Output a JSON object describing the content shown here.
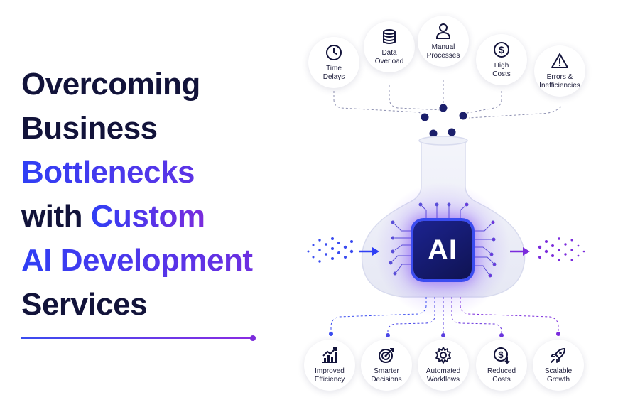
{
  "headline": {
    "line1": "Overcoming",
    "line2": "Business",
    "line3": "Bottlenecks",
    "line4a": "with",
    "line4b": "Custom",
    "line5": "AI Development",
    "line6": "Services"
  },
  "chip": {
    "label": "AI"
  },
  "problems": [
    {
      "label1": "Time",
      "label2": "Delays",
      "icon": "clock-icon"
    },
    {
      "label1": "Data",
      "label2": "Overload",
      "icon": "database-icon"
    },
    {
      "label1": "Manual",
      "label2": "Processes",
      "icon": "person-icon"
    },
    {
      "label1": "High",
      "label2": "Costs",
      "icon": "dollar-icon"
    },
    {
      "label1": "Errors &",
      "label2": "Inefficiencies",
      "icon": "warning-icon"
    }
  ],
  "outcomes": [
    {
      "label1": "Improved",
      "label2": "Efficiency",
      "icon": "growth-chart-icon"
    },
    {
      "label1": "Smarter",
      "label2": "Decisions",
      "icon": "target-icon"
    },
    {
      "label1": "Automated",
      "label2": "Workflows",
      "icon": "gear-icon"
    },
    {
      "label1": "Reduced",
      "label2": "Costs",
      "icon": "dollar-down-icon"
    },
    {
      "label1": "Scalable",
      "label2": "Growth",
      "icon": "rocket-icon"
    }
  ],
  "colors": {
    "navy": "#12133a",
    "blue": "#2f3ff5",
    "purple": "#7b2bdc",
    "dot": "#1b1f6b"
  }
}
